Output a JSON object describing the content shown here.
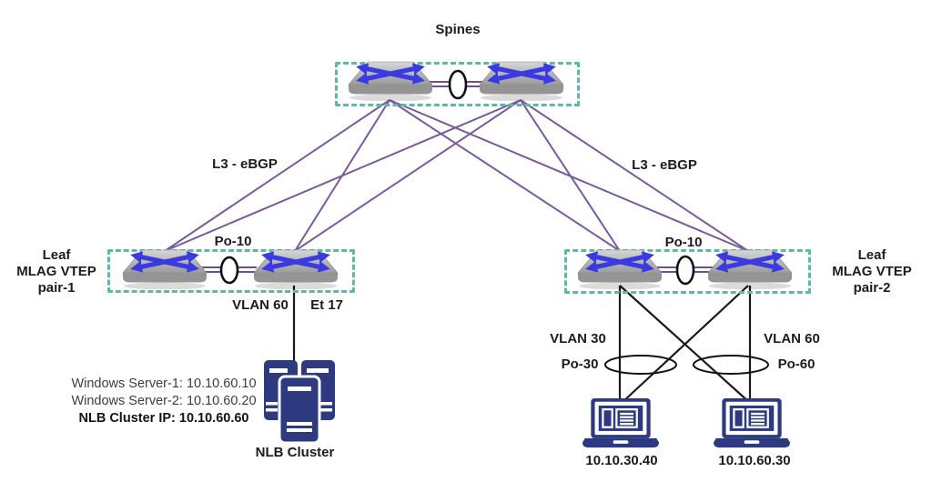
{
  "title": "Spines",
  "links": {
    "ebgp_left_label": "L3 - eBGP",
    "ebgp_right_label": "L3 - eBGP"
  },
  "leaf_pair_1": {
    "name_lines": [
      "Leaf",
      "MLAG VTEP",
      "pair-1"
    ],
    "peer_link_label": "Po-10",
    "access_vlan_label": "VLAN 60",
    "access_port_label": "Et 17"
  },
  "leaf_pair_2": {
    "name_lines": [
      "Leaf",
      "MLAG VTEP",
      "pair-2"
    ],
    "peer_link_label": "Po-10",
    "host1_vlan_label": "VLAN 30",
    "host1_po_label": "Po-30",
    "host2_vlan_label": "VLAN 60",
    "host2_po_label": "Po-60"
  },
  "nlb_cluster": {
    "info_line1": "Windows Server-1: 10.10.60.10",
    "info_line2": "Windows Server-2: 10.10.60.20",
    "cluster_ip_line": "NLB Cluster IP: 10.10.60.60",
    "label": "NLB Cluster"
  },
  "hosts": {
    "host1_ip": "10.10.30.40",
    "host2_ip": "10.10.60.30"
  },
  "icons": {
    "switch": "switch-icon",
    "server": "server-tower-icon",
    "laptop": "laptop-icon",
    "port_channel": "port-channel-oval"
  },
  "colors": {
    "ebgp_link": "#7a5a9d",
    "group_box": "#5cb9a3",
    "device_navy": "#2e3a80",
    "switch_arrow_blue": "#3a3ae0",
    "host_link": "#1a1a1a"
  }
}
